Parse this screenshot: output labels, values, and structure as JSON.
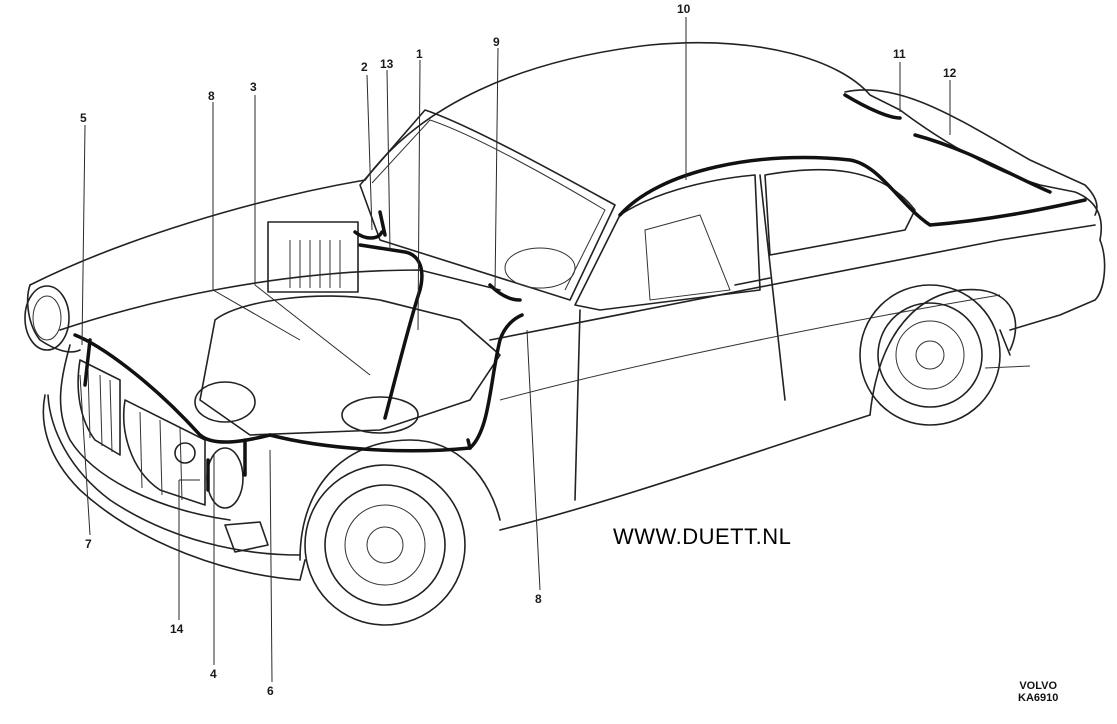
{
  "diagram": {
    "callouts": [
      "1",
      "2",
      "3",
      "4",
      "5",
      "6",
      "7",
      "8",
      "8",
      "9",
      "10",
      "11",
      "12",
      "13",
      "14"
    ]
  },
  "watermark": "WWW.DUETT.NL",
  "brand": {
    "line1": "VOLVO",
    "line2": "KA6910"
  }
}
